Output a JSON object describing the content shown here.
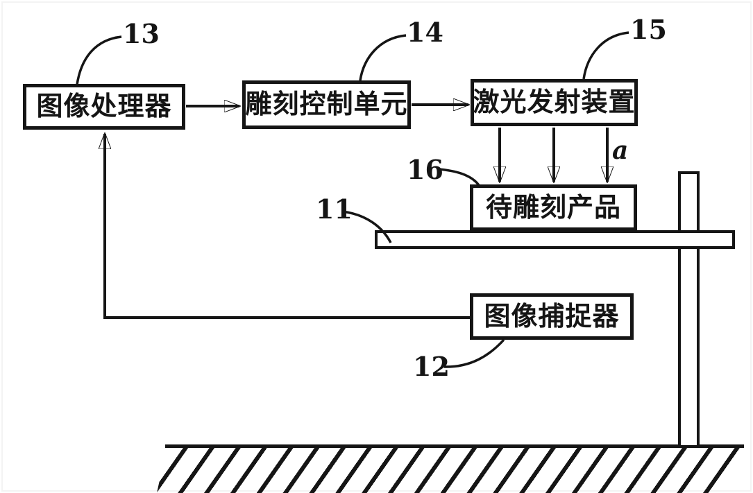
{
  "figure": {
    "ink_color": "#151515",
    "background_color": "#ffffff",
    "blocks": {
      "image_processor": {
        "label": "图像处理器",
        "ref": "13"
      },
      "engrave_control": {
        "label": "雕刻控制单元",
        "ref": "14"
      },
      "laser_emitter": {
        "label": "激光发射装置",
        "ref": "15"
      },
      "product": {
        "label": "待雕刻产品",
        "ref": "16"
      },
      "image_capturer": {
        "label": "图像捕捉器",
        "ref": "12"
      }
    },
    "annotations": {
      "platform_ref": "11",
      "beam_angle": "a"
    }
  }
}
